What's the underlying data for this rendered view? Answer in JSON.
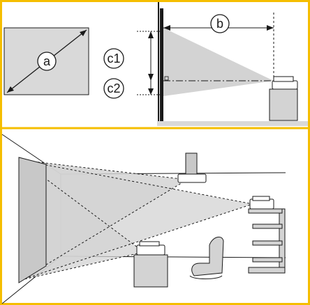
{
  "labels": {
    "a": "a",
    "b": "b",
    "c1": "c1",
    "c2": "c2"
  },
  "colors": {
    "frame": "#f5be00",
    "screen_fill": "#d9d9d9",
    "beam_fill": "#d3d3d3",
    "ink": "#1a1a1a"
  }
}
